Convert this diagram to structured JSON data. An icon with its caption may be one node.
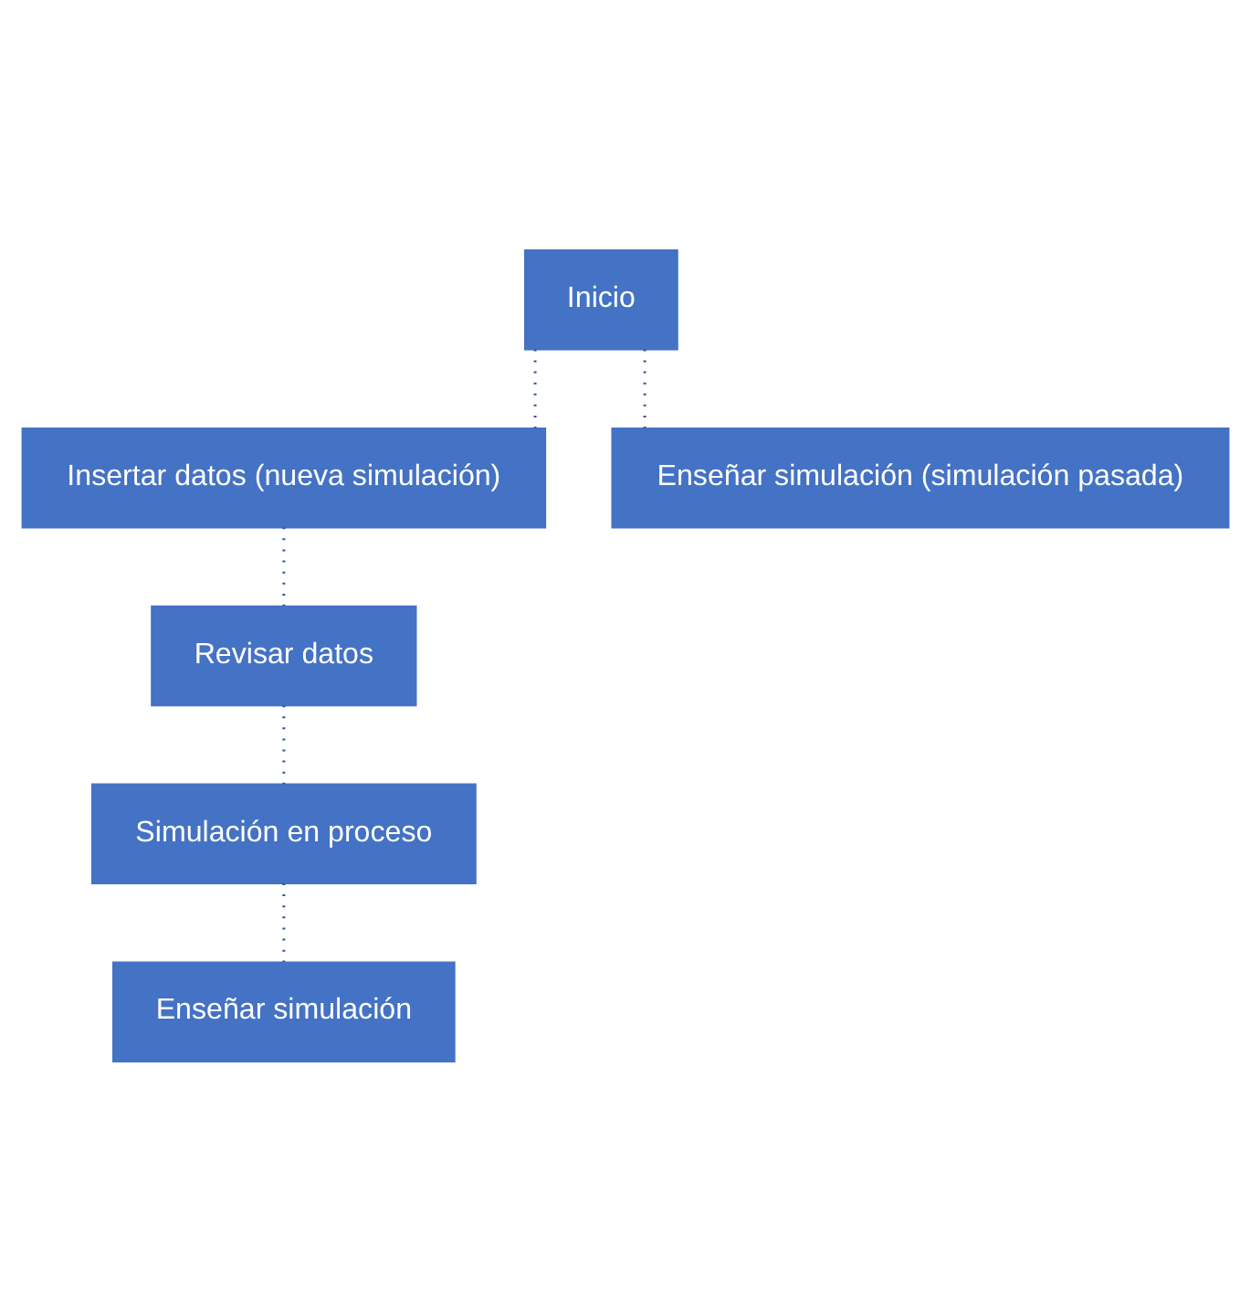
{
  "diagram": {
    "nodes": [
      {
        "text": [
          "Inicio"
        ]
      },
      {
        "text": [
          "Insertar datos (nueva simulación)"
        ]
      },
      {
        "text": [
          "Enseñar simulación (simulación pasada)"
        ]
      },
      {
        "text": [
          "Revisar datos"
        ]
      },
      {
        "text": [
          "Simulación en proceso"
        ]
      },
      {
        "text": [
          "Enseñar simulación"
        ]
      }
    ],
    "edges": [
      {
        "from": 0,
        "to": 1,
        "arrow": "none",
        "style": "dashed"
      },
      {
        "from": 0,
        "to": 2,
        "arrow": "none",
        "style": "dashed"
      },
      {
        "from": 1,
        "to": 3,
        "arrow": "none",
        "style": "dashed"
      },
      {
        "from": 3,
        "to": 4,
        "arrow": "none",
        "style": "dashed"
      },
      {
        "from": 4,
        "to": 5,
        "arrow": "none",
        "style": "dashed"
      }
    ]
  }
}
